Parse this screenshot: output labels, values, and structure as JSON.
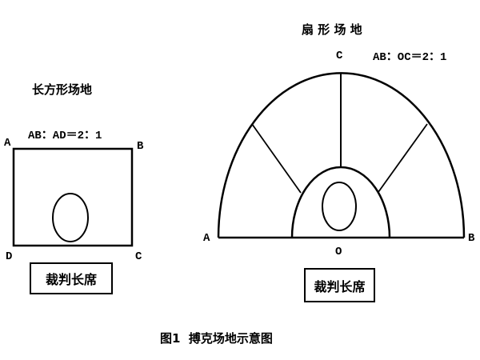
{
  "rect_field": {
    "title": "长方形场地",
    "ratio": "AB：AD＝2：1",
    "corners": {
      "a": "A",
      "b": "B",
      "c": "C",
      "d": "D"
    },
    "judge_box": "裁判长席"
  },
  "fan_field": {
    "title": "扇 形 场 地",
    "ratio": "AB：OC＝2：1",
    "points": {
      "a": "A",
      "b": "B",
      "c": "C",
      "o": "O"
    },
    "judge_box": "裁判长席"
  },
  "caption": "图1  搏克场地示意图"
}
